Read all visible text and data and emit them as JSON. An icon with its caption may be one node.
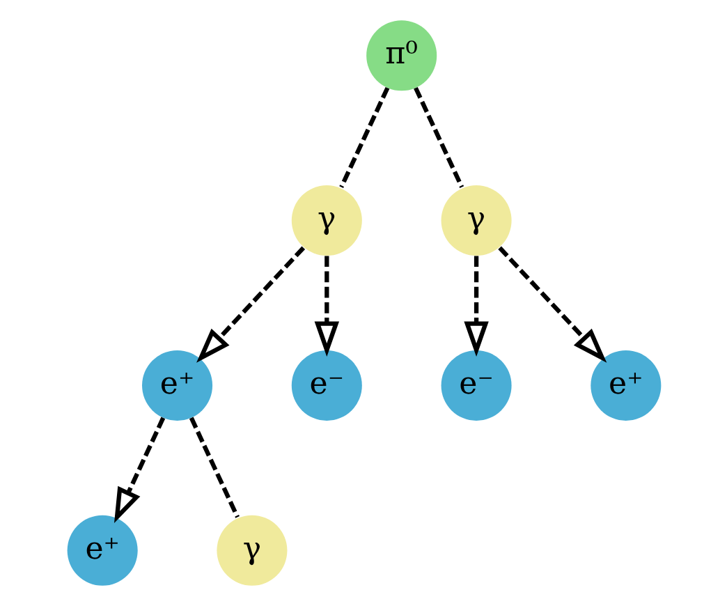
{
  "diagram": {
    "nodes": [
      {
        "text": [
          "π⁰"
        ]
      },
      {
        "text": [
          "γ"
        ]
      },
      {
        "text": [
          "γ"
        ]
      },
      {
        "text": [
          "e⁺"
        ]
      },
      {
        "text": [
          "e⁻"
        ]
      },
      {
        "text": [
          "e⁻"
        ]
      },
      {
        "text": [
          "e⁺"
        ]
      },
      {
        "text": [
          "e⁺"
        ]
      },
      {
        "text": [
          "γ"
        ]
      }
    ],
    "edges": [
      {
        "from": 0,
        "to": 1,
        "arrow": "none",
        "style": "dashed"
      },
      {
        "from": 0,
        "to": 2,
        "arrow": "none",
        "style": "dashed"
      },
      {
        "from": 1,
        "to": 3,
        "arrow": "to",
        "style": "dashed"
      },
      {
        "from": 1,
        "to": 4,
        "arrow": "to",
        "style": "dashed"
      },
      {
        "from": 2,
        "to": 5,
        "arrow": "to",
        "style": "dashed"
      },
      {
        "from": 2,
        "to": 6,
        "arrow": "to",
        "style": "dashed"
      },
      {
        "from": 3,
        "to": 7,
        "arrow": "to",
        "style": "dashed"
      },
      {
        "from": 3,
        "to": 8,
        "arrow": "none",
        "style": "dashed"
      }
    ]
  }
}
